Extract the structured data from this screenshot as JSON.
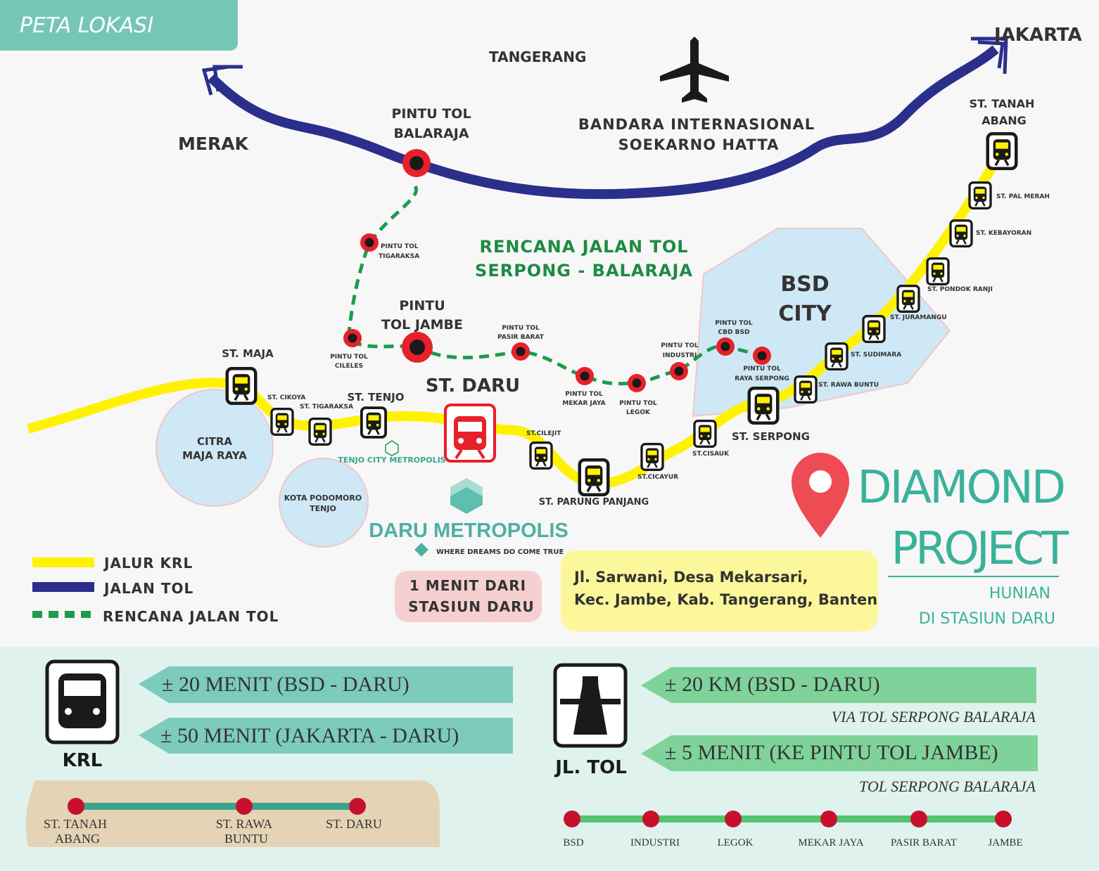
{
  "header": {
    "title": "PETA LOKASI"
  },
  "places": {
    "merak": "MERAK",
    "tangerang": "TANGERANG",
    "jakarta": "JAKARTA",
    "airport_1": "BANDARA INTERNASIONAL",
    "airport_2": "SOEKARNO HATTA",
    "balaraja_1": "PINTU TOL",
    "balaraja_2": "BALARAJA",
    "plan_1": "RENCANA JALAN TOL",
    "plan_2": "SERPONG - BALARAJA",
    "jambe_1": "PINTU",
    "jambe_2": "TOL JAMBE",
    "bsd_1": "BSD",
    "bsd_2": "CITY",
    "citra_1": "CITRA",
    "citra_2": "MAJA RAYA",
    "podomoro_1": "KOTA PODOMORO",
    "podomoro_2": "TENJO",
    "tenjo_city": "TENJO CITY METROPOLIS",
    "daru_metropolis": "DARU METROPOLIS",
    "tagline": "WHERE DREAMS DO COME TRUE"
  },
  "stations": {
    "maja": "ST. MAJA",
    "cikoya": "ST. CIKOYA",
    "tigaraksa": "ST. TIGARAKSA",
    "tenjo": "ST. TENJO",
    "daru": "ST. DARU",
    "cilejit": "ST.CILEJIT",
    "parung_panjang": "ST. PARUNG PANJANG",
    "cicayur": "ST.CICAYUR",
    "cisauk": "ST.CISAUK",
    "serpong": "ST. SERPONG",
    "rawa_buntu": "ST. RAWA BUNTU",
    "sudimara": "ST. SUDIMARA",
    "jurangmangu": "ST. JURAMANGU",
    "pondok_ranji": "ST. PONDOK RANJI",
    "kebayoran": "ST. KEBAYORAN",
    "pal_merah": "ST. PAL MERAH",
    "tanah_abang_1": "ST. TANAH",
    "tanah_abang_2": "ABANG"
  },
  "toll_gates": {
    "tigaraksa_1": "PINTU TOL",
    "tigaraksa_2": "TIGARAKSA",
    "cileles_1": "PINTU TOL",
    "cileles_2": "CILELES",
    "pasir_barat_1": "PINTU TOL",
    "pasir_barat_2": "PASIR BARAT",
    "mekar_jaya_1": "PINTU TOL",
    "mekar_jaya_2": "MEKAR JAYA",
    "legok_1": "PINTU TOL",
    "legok_2": "LEGOK",
    "industri_1": "PINTU TOL",
    "industri_2": "INDUSTRI",
    "cbd_1": "PINTU TOL",
    "cbd_2": "CBD BSD",
    "raya_serpong_1": "PINTU TOL",
    "raya_serpong_2": "RAYA SERPONG"
  },
  "legend": {
    "krl": "JALUR KRL",
    "toll": "JALAN TOL",
    "plan": "RENCANA JALAN TOL"
  },
  "badge": {
    "line1": "1 MENIT DARI",
    "line2": "STASIUN DARU"
  },
  "address": {
    "line1": "Jl. Sarwani, Desa Mekarsari,",
    "line2": "Kec. Jambe, Kab. Tangerang, Banten"
  },
  "project": {
    "line1": "DIAMOND",
    "line2": "PROJECT",
    "sub1": "HUNIAN",
    "sub2": "DI STASIUN DARU"
  },
  "krl": {
    "label": "KRL",
    "time1": "± 20 MENIT (BSD - DARU)",
    "time2": "± 50 MENIT (JAKARTA - DARU)",
    "route": [
      "ST. TANAH|ABANG",
      "ST. RAWA|BUNTU",
      "ST. DARU"
    ],
    "route_labels": {
      "a1": "ST. TANAH",
      "a2": "ABANG",
      "b1": "ST. RAWA",
      "b2": "BUNTU",
      "c": "ST. DARU"
    }
  },
  "toll": {
    "label": "JL. TOL",
    "dist": "± 20 KM (BSD - DARU)",
    "dist_sub": "VIA TOL SERPONG BALARAJA",
    "time": "± 5 MENIT (KE PINTU TOL JAMBE)",
    "time_sub": "TOL SERPONG BALARAJA",
    "route": {
      "a": "BSD",
      "b": "INDUSTRI",
      "c": "LEGOK",
      "d": "MEKAR JAYA",
      "e": "PASIR BARAT",
      "f": "JAMBE"
    }
  },
  "colors": {
    "teal": "#76c6b8",
    "toll_blue": "#2b2f8c",
    "krl_yellow": "#fff200",
    "plan_green": "#1e9b4f",
    "pin_red": "#ef4b55"
  }
}
